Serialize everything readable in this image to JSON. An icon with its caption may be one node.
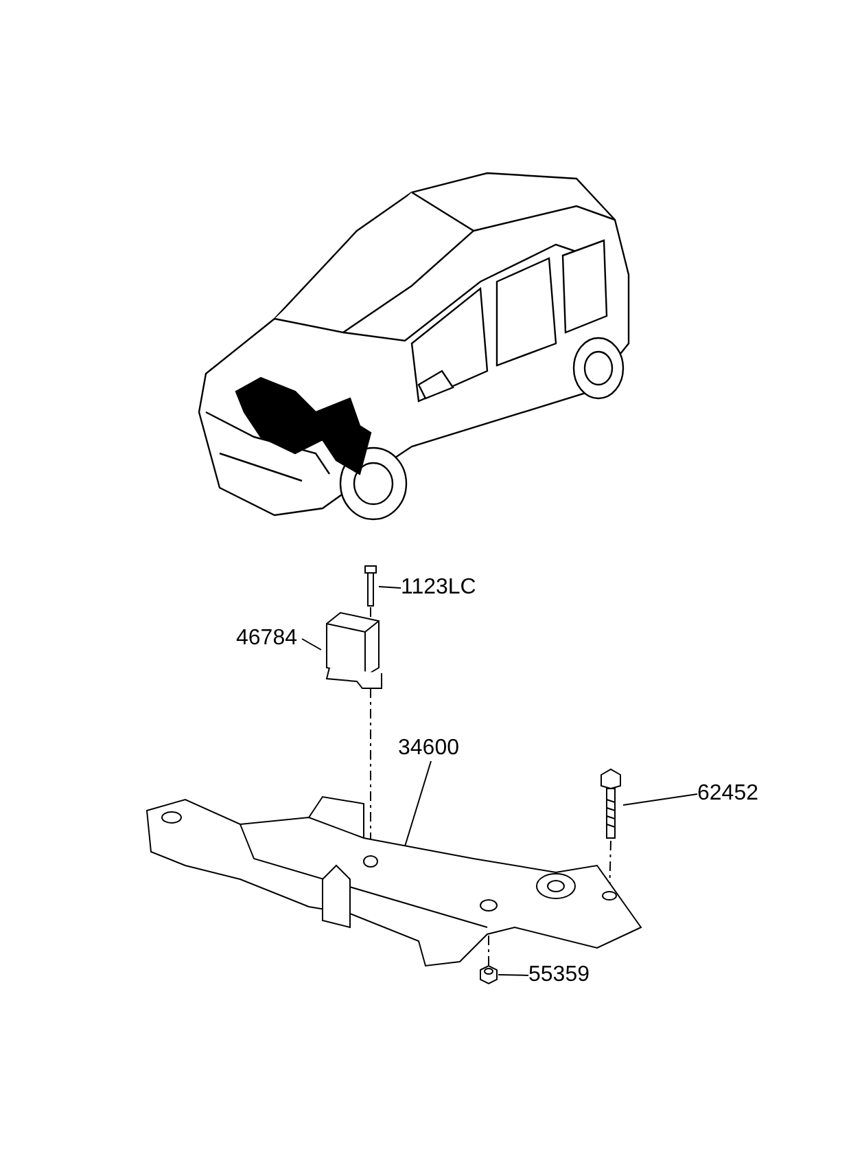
{
  "diagram": {
    "nodes": [
      {
        "text": [
          "1123LC"
        ]
      },
      {
        "text": [],
        "shape": "picture"
      },
      {
        "text": [
          "46784"
        ]
      },
      {
        "text": [],
        "shape": "picture"
      },
      {
        "text": [
          "34600"
        ]
      },
      {
        "text": [],
        "shape": "picture"
      },
      {
        "text": [
          "62452"
        ]
      },
      {
        "text": [],
        "shape": "picture"
      },
      {
        "text": [
          "55359"
        ]
      },
      {
        "text": [],
        "shape": "picture"
      }
    ],
    "edges": [
      {
        "from": 0,
        "to": 1,
        "arrow": "none"
      },
      {
        "from": 2,
        "to": 3,
        "arrow": "none"
      },
      {
        "from": 4,
        "to": 5,
        "arrow": "none"
      },
      {
        "from": 6,
        "to": 7,
        "arrow": "none"
      },
      {
        "from": 8,
        "to": 9,
        "arrow": "none"
      },
      {
        "from": 1,
        "to": 3,
        "arrow": "none",
        "style": "dashed"
      },
      {
        "from": 3,
        "to": 5,
        "arrow": "none",
        "style": "dashed"
      },
      {
        "from": 7,
        "to": 5,
        "arrow": "none",
        "style": "dashed"
      },
      {
        "from": 9,
        "to": 5,
        "arrow": "none",
        "style": "dashed"
      }
    ]
  }
}
